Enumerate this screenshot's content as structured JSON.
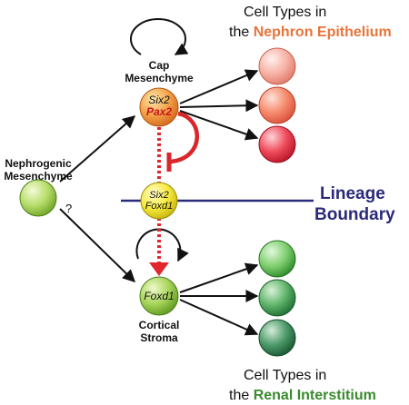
{
  "top_heading": {
    "line1": "Cell Types in",
    "line2_prefix": "the ",
    "line2_highlight": "Nephron Epithelium"
  },
  "bottom_heading": {
    "line1": "Cell Types in",
    "line2_prefix": "the ",
    "line2_highlight": "Renal Interstitium"
  },
  "cap_mesenchyme": {
    "label_line1": "Cap",
    "label_line2": "Mesenchyme",
    "marker1": "Six2",
    "marker2": "Pax2"
  },
  "nephrogenic": {
    "label_line1": "Nephrogenic",
    "label_line2": "Mesenchyme",
    "question": "?"
  },
  "progenitor": {
    "marker1": "Six2",
    "marker2": "Foxd1"
  },
  "lineage": {
    "line1": "Lineage",
    "line2": "Boundary"
  },
  "cortical_stroma": {
    "marker": "Foxd1",
    "label_line1": "Cortical",
    "label_line2": "Stroma"
  },
  "colors": {
    "nephron_accent": "#e8743b",
    "interstitium_accent": "#3a8a2e",
    "boundary": "#2b2a7a",
    "inhibition_red": "#d9262b",
    "pax2_red": "#c8141c"
  }
}
